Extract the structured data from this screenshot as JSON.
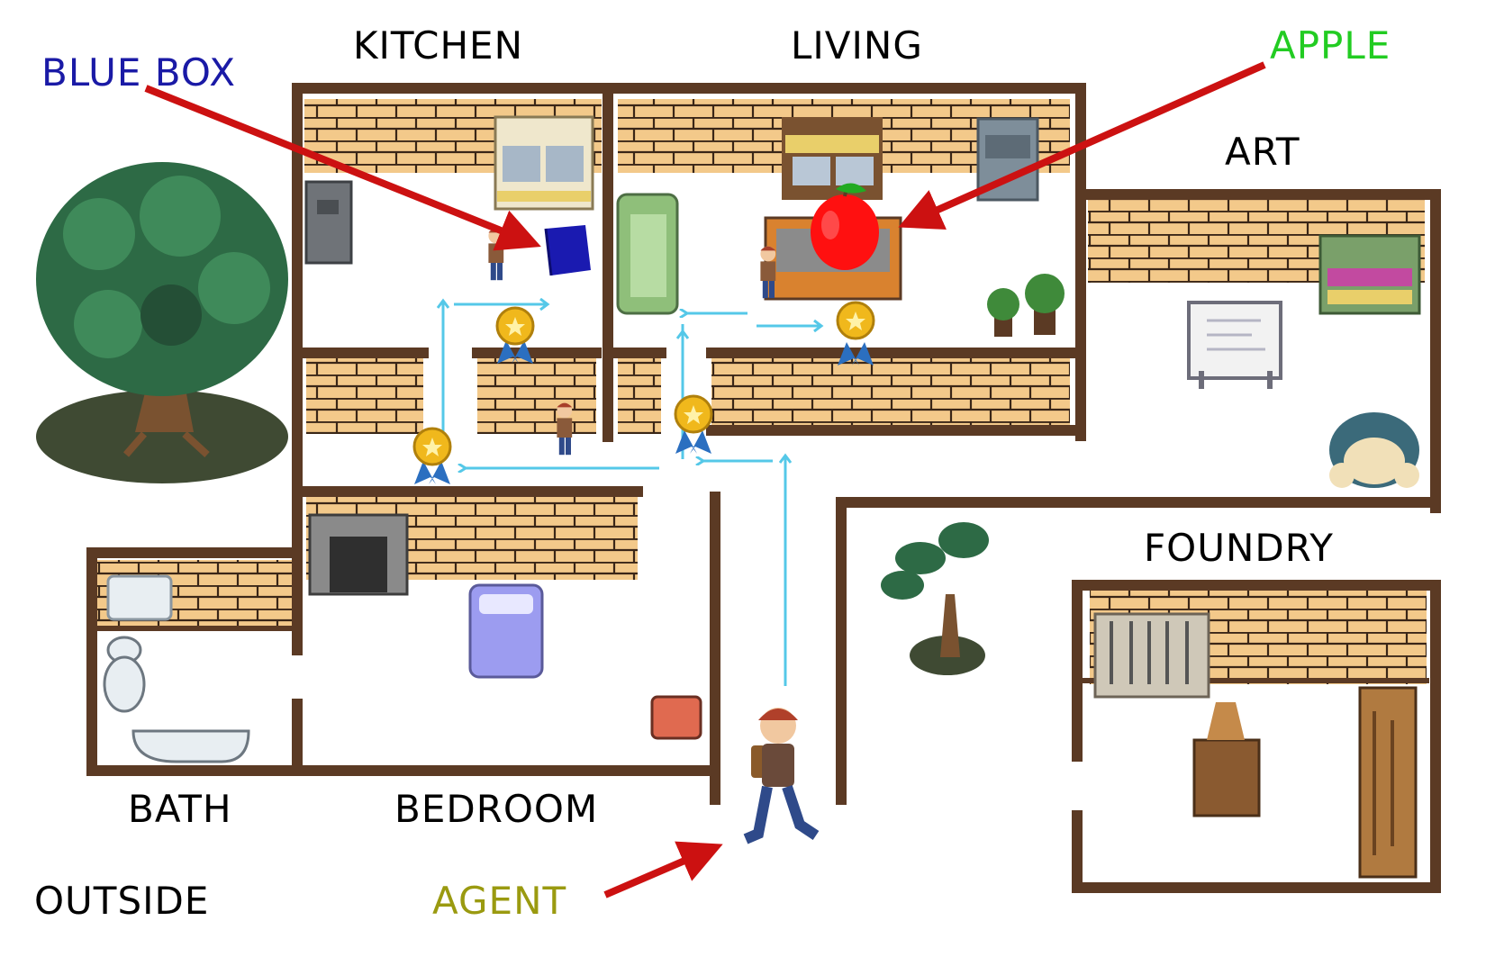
{
  "room_labels": {
    "kitchen": "KITCHEN",
    "living": "LIVING",
    "art": "ART",
    "foundry": "FOUNDRY",
    "bath": "BATH",
    "bedroom": "BEDROOM",
    "outside": "OUTSIDE"
  },
  "callouts": {
    "blue_box": "BLUE BOX",
    "apple": "APPLE",
    "agent": "AGENT"
  },
  "colors": {
    "blue_box_label": "#1a1aa6",
    "apple_label": "#22cc22",
    "agent_label": "#9a9a10",
    "arrow": "#cc1111",
    "wall": "#5b3a24",
    "brick": "#f3c98a",
    "path": "#55c8e8"
  }
}
